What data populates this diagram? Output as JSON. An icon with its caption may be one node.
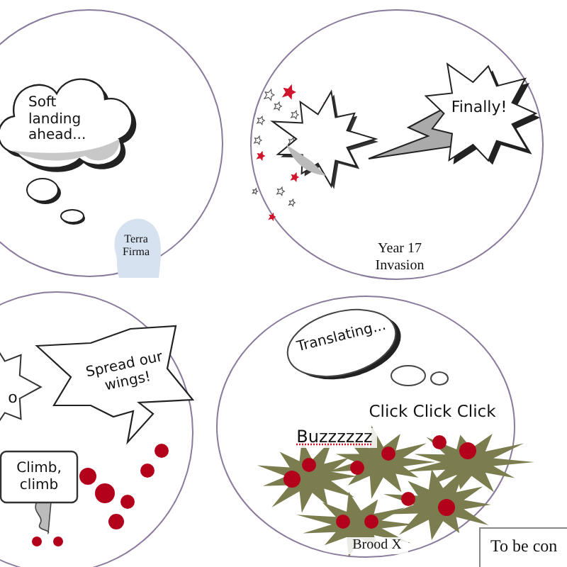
{
  "diagram": {
    "nodes": [
      {
        "text": [],
        "shape": "circle"
      },
      {
        "text": [
          "Soft landing ahead..."
        ],
        "in": 0
      },
      {
        "text": [
          "Terra Firma"
        ],
        "in": 0
      },
      {
        "text": [
          "Year 17 Invasion"
        ]
      },
      {
        "text": [],
        "shape": "starburst",
        "in": 3
      },
      {
        "text": [
          "Finally!"
        ],
        "in": 3
      },
      {
        "text": [],
        "shape": "circle"
      },
      {
        "text": [
          "o"
        ],
        "in": 6
      },
      {
        "text": [
          "Spread our wings!"
        ],
        "in": 6
      },
      {
        "text": [
          "Climb, climb"
        ],
        "in": 6
      },
      {
        "text": [
          "Click Click Click",
          "Buzzzzzz",
          "Brood X"
        ]
      },
      {
        "text": [
          "Translating..."
        ],
        "in": 10
      },
      {
        "text": [
          "To be con"
        ]
      }
    ],
    "edges": []
  }
}
